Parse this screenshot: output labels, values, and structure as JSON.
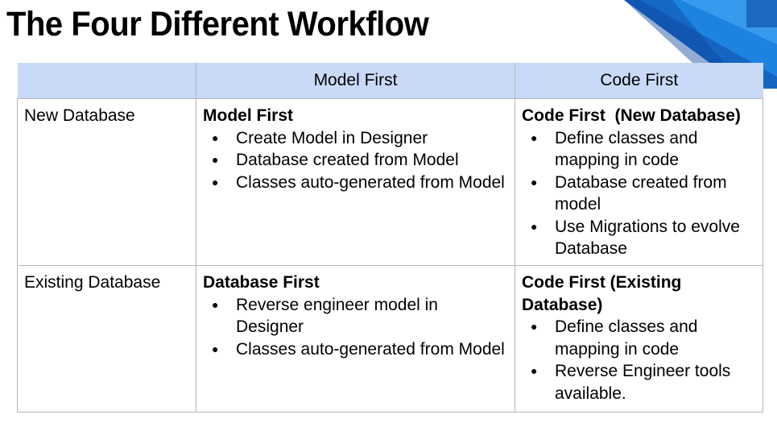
{
  "title": "The Four Different Workflow",
  "colors": {
    "header_background": "#c9daf8",
    "grid_border": "#b7b7b7",
    "corner_blue": "#1565c0"
  },
  "table": {
    "header": {
      "corner": "",
      "col1": "Model First",
      "col2": "Code First"
    },
    "rows": [
      {
        "label": "New Database",
        "cells": [
          {
            "heading": "Model First",
            "bullets": [
              "Create Model in Designer",
              "Database created from Model",
              "Classes auto-generated from Model"
            ]
          },
          {
            "heading": "Code First  (New Database)",
            "bullets": [
              "Define classes and mapping in code",
              "Database created from model",
              "Use Migrations to evolve Database"
            ]
          }
        ]
      },
      {
        "label": "Existing Database",
        "cells": [
          {
            "heading": "Database First",
            "bullets": [
              "Reverse engineer model in Designer",
              "Classes auto-generated from Model"
            ]
          },
          {
            "heading": "Code First (Existing Database)",
            "bullets": [
              "Define classes and mapping in code",
              "Reverse Engineer tools available."
            ]
          }
        ]
      }
    ]
  }
}
